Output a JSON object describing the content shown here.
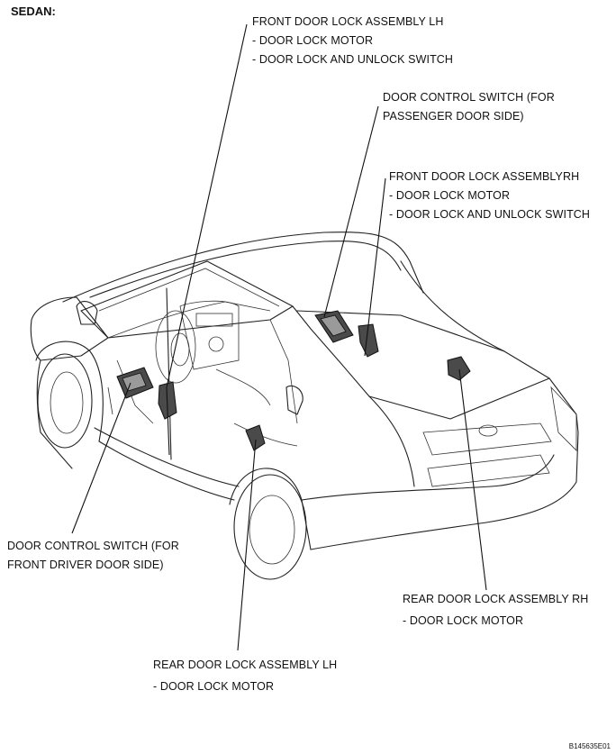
{
  "heading": "SEDAN:",
  "figure_code": "B145635E01",
  "callouts": {
    "front_lh": {
      "title": "FRONT DOOR LOCK ASSEMBLY LH",
      "items": [
        "- DOOR LOCK MOTOR",
        "- DOOR LOCK AND UNLOCK SWITCH"
      ]
    },
    "passenger_switch": {
      "lines": [
        "DOOR CONTROL SWITCH (FOR",
        "PASSENGER DOOR SIDE)"
      ]
    },
    "front_rh": {
      "title": "FRONT DOOR LOCK ASSEMBLYRH",
      "items": [
        "- DOOR LOCK MOTOR",
        "- DOOR LOCK AND UNLOCK SWITCH"
      ]
    },
    "driver_switch": {
      "lines": [
        "DOOR CONTROL SWITCH (FOR",
        "FRONT DRIVER DOOR SIDE)"
      ]
    },
    "rear_rh": {
      "title": "REAR DOOR LOCK ASSEMBLY RH",
      "items": [
        "- DOOR LOCK MOTOR"
      ]
    },
    "rear_lh": {
      "title": "REAR DOOR LOCK ASSEMBLY LH",
      "items": [
        "- DOOR LOCK MOTOR"
      ]
    }
  }
}
